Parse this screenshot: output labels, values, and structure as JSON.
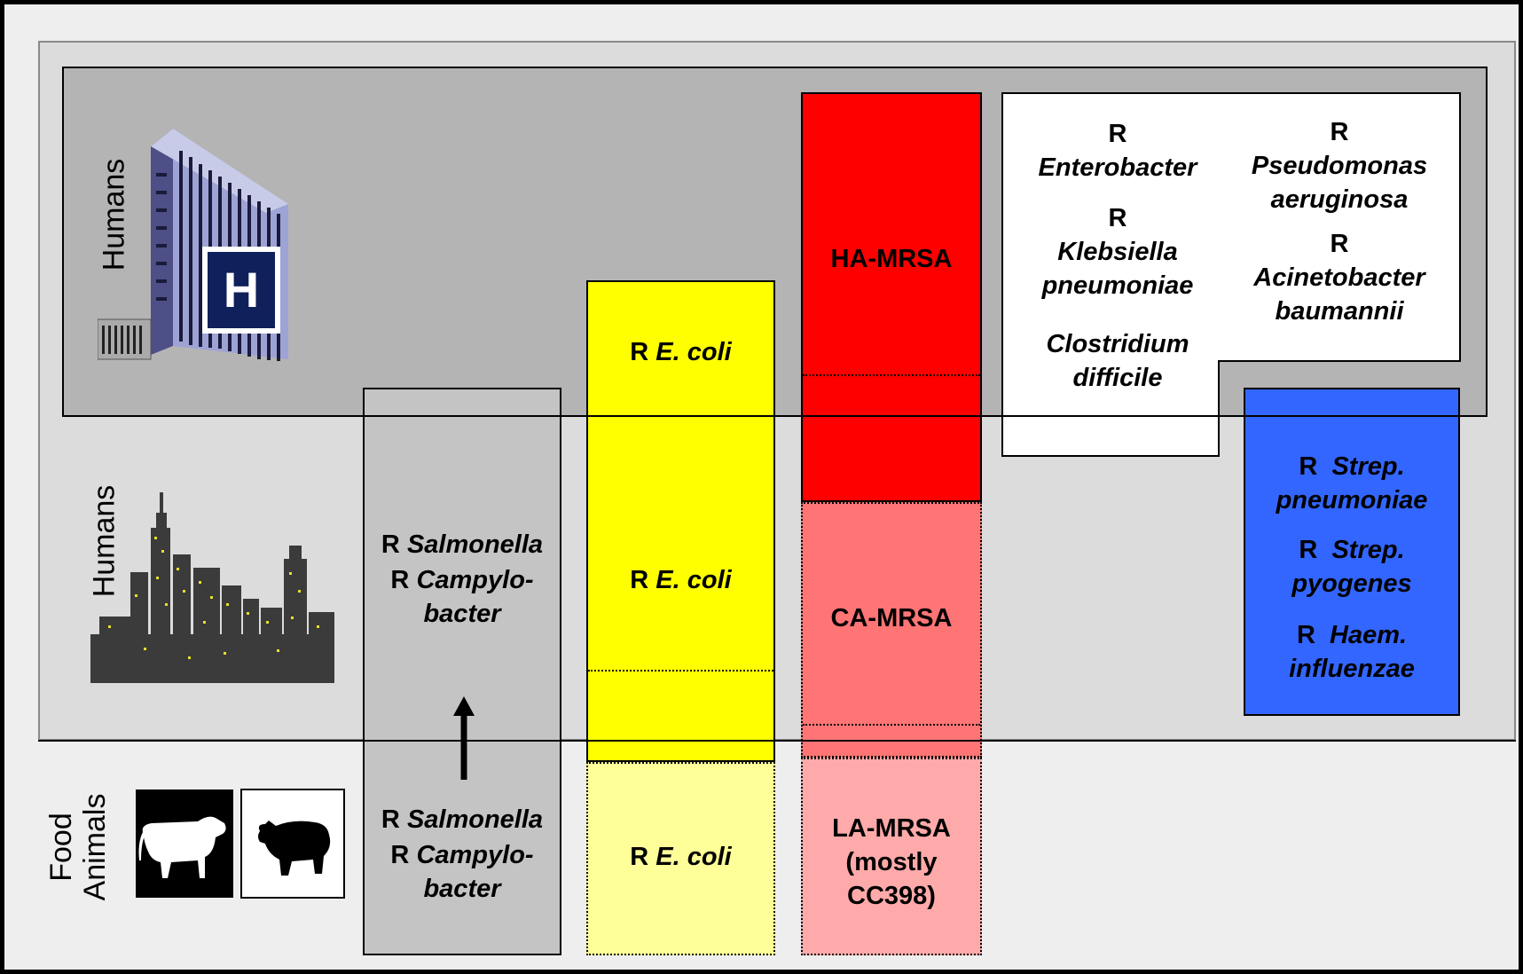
{
  "levels": {
    "hospital": "Humans",
    "community": "Humans",
    "food_animals_line1": "Food",
    "food_animals_line2": "Animals"
  },
  "hospital_sign_letter": "H",
  "salmonella_column": {
    "community": [
      {
        "prefix": "R",
        "organism": "Salmonella"
      },
      {
        "prefix": "R",
        "organism": "Campylo-",
        "organism_line2": "bacter"
      }
    ],
    "food_animals": [
      {
        "prefix": "R",
        "organism": "Salmonella"
      },
      {
        "prefix": "R",
        "organism": "Campylo-",
        "organism_line2": "bacter"
      }
    ]
  },
  "ecoli_column": {
    "hospital": {
      "prefix": "R",
      "organism": "E. coli"
    },
    "community": {
      "prefix": "R",
      "organism": "E. coli"
    },
    "food_animals": {
      "prefix": "R",
      "organism": "E. coli"
    }
  },
  "mrsa_column": {
    "hospital": "HA-MRSA",
    "community": "CA-MRSA",
    "food_animals_line1": "LA-MRSA",
    "food_animals_line2": "(mostly",
    "food_animals_line3": "CC398)"
  },
  "hospital_pathogens": {
    "enterobacter": {
      "prefix": "R",
      "organism": "Enterobacter"
    },
    "klebsiella": {
      "prefix": "R",
      "organism_line1": "Klebsiella",
      "organism_line2": "pneumoniae"
    },
    "clostridium": {
      "organism_line1": "Clostridium",
      "organism_line2": "difficile"
    },
    "pseudomonas": {
      "prefix": "R",
      "organism_line1": "Pseudomonas",
      "organism_line2": "aeruginosa"
    },
    "acinetobacter": {
      "prefix": "R",
      "organism_line1": "Acinetobacter",
      "organism_line2": "baumannii"
    }
  },
  "community_pathogens": {
    "strep_pneumoniae": {
      "prefix": "R",
      "organism_line1": "Strep.",
      "organism_line2": "pneumoniae"
    },
    "strep_pyogenes": {
      "prefix": "R",
      "organism_line1": "Strep.",
      "organism_line2": "pyogenes"
    },
    "haem_influenzae": {
      "prefix": "R",
      "organism_line1": "Haem.",
      "organism_line2": "influenzae"
    }
  },
  "colors": {
    "frame_bg": "#eeeeee",
    "community_bg": "#dcdcdc",
    "hospital_bg": "#b4b4b4",
    "salmonella_box": "#c4c4c4",
    "ecoli_strong": "#ffff00",
    "ecoli_light": "#ffff99",
    "ha_mrsa": "#ff0000",
    "ca_mrsa": "#ff7575",
    "la_mrsa": "#ffaaaa",
    "community_pathogen_box": "#3366ff",
    "hospital_pathogen_box": "#ffffff"
  },
  "icons": [
    "hospital-building-icon",
    "city-skyline-icon",
    "cow-icon",
    "pig-icon",
    "arrow-up-icon"
  ]
}
